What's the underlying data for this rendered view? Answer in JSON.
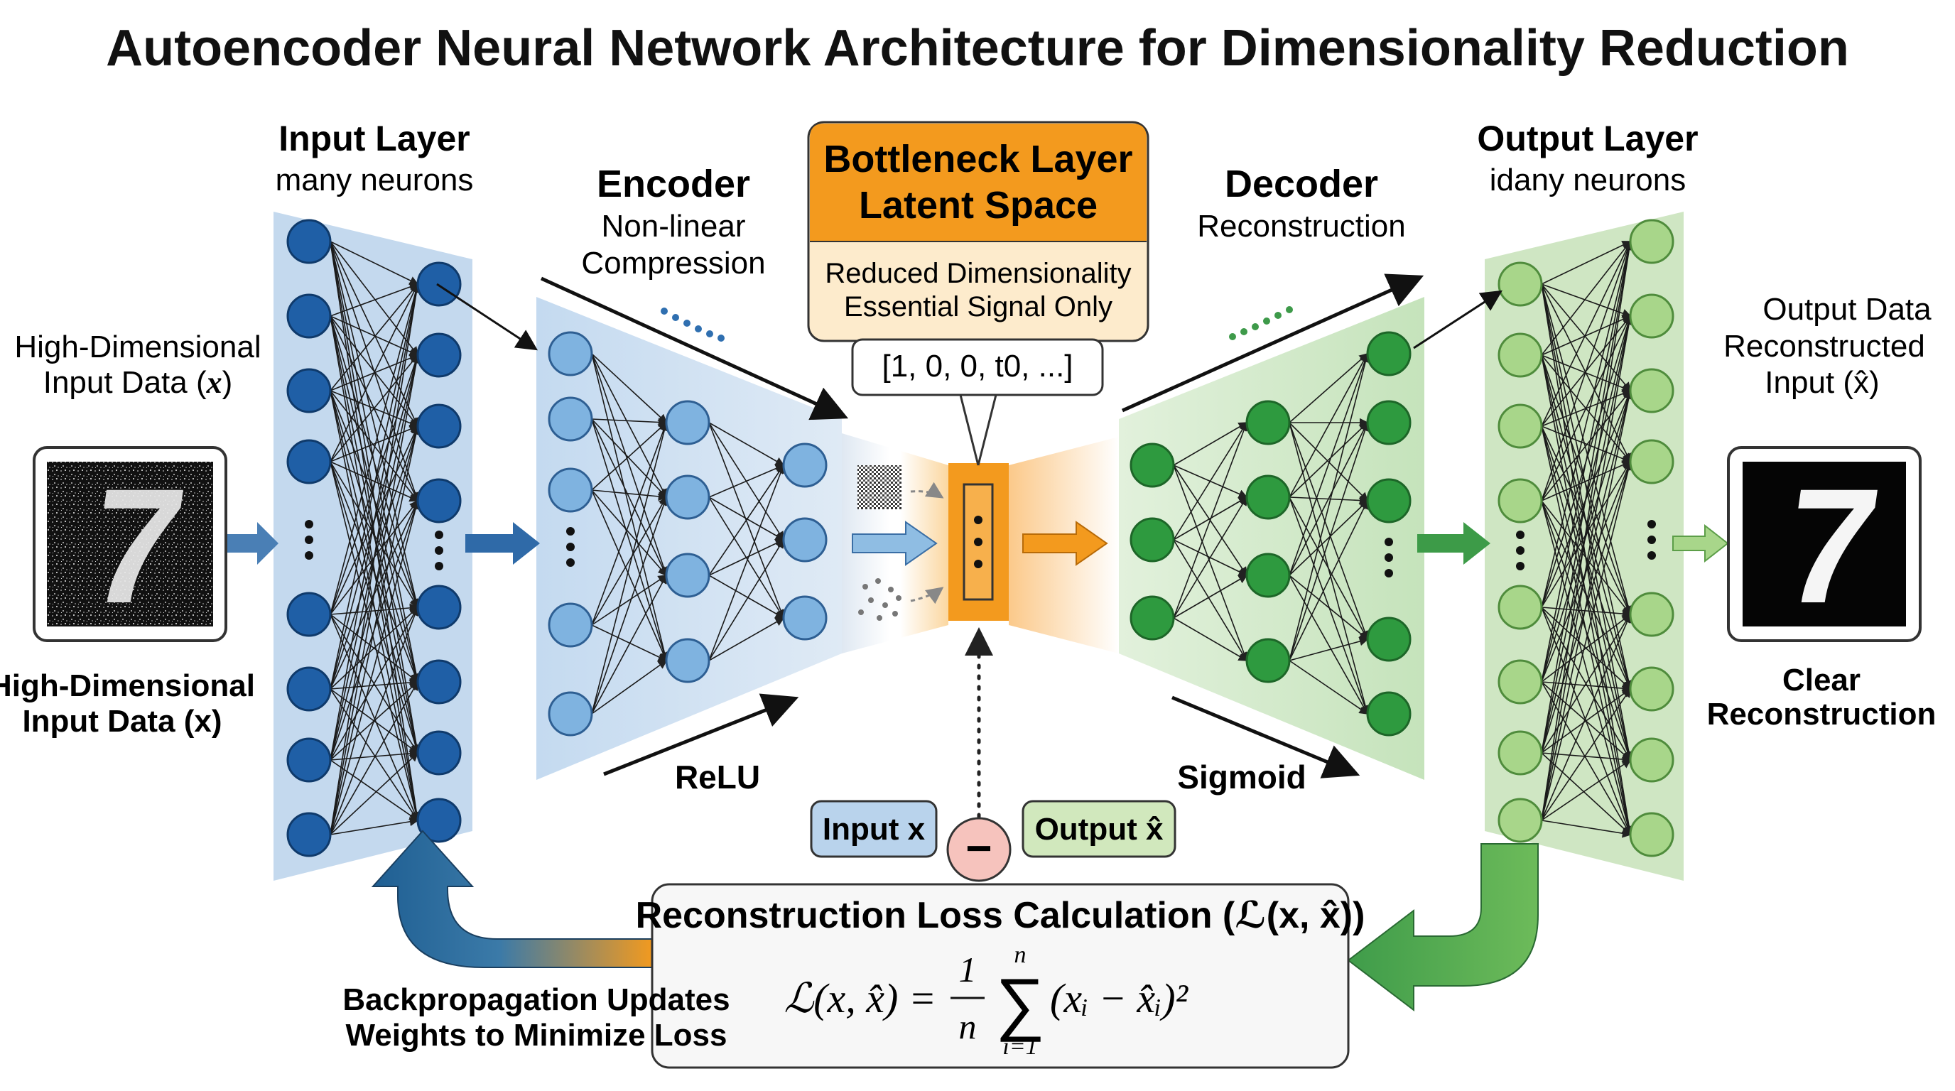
{
  "title": "Autoencoder Neural Network Architecture for Dimensionality Reduction",
  "input_layer": {
    "title": "Input Layer",
    "subtitle": "many neurons"
  },
  "encoder": {
    "title": "Encoder",
    "subtitle_line1": "Non-linear",
    "subtitle_line2": "Compression",
    "activation": "ReLU"
  },
  "bottleneck": {
    "title_line1": "Bottleneck Layer",
    "title_line2": "Latent Space",
    "desc_line1": "Reduced Dimensionality",
    "desc_line2": "Essential Signal Only",
    "vector": "[1, 0, 0, t0, ...]"
  },
  "decoder": {
    "title": "Decoder",
    "subtitle": "Reconstruction",
    "activation": "Sigmoid"
  },
  "output_layer": {
    "title": "Output Layer",
    "subtitle": "idany neurons"
  },
  "input_side": {
    "top_line1": "High-Dimensional",
    "top_line2": "Input Data (",
    "top_var": "x",
    "top_close": ")",
    "bottom_line1": "High-Dimensional",
    "bottom_line2": "Input Data (x)",
    "digit": "7"
  },
  "output_side": {
    "line1": "Output Data",
    "line2": "Reconstructed",
    "line3": "Input (x̂)",
    "bottom_line1": "Clear",
    "bottom_line2": "Reconstruction",
    "digit": "7"
  },
  "loss": {
    "input_chip": "Input x",
    "output_chip": "Output x̂",
    "minus": "−",
    "title": "Reconstruction Loss Calculation (ℒ(x, x̂))",
    "formula_lhs": "ℒ(x, x̂) =",
    "formula_frac_num": "1",
    "formula_frac_den": "n",
    "formula_sum": "∑",
    "formula_sum_top": "n",
    "formula_sum_bottom": "i=1",
    "formula_body": "(xᵢ − x̂ᵢ)²"
  },
  "backprop": {
    "line1": "Backpropagation Updates",
    "line2": "Weights to Minimize Loss"
  },
  "colors": {
    "blue_dark": "#1f5fa6",
    "blue_light": "#7fb3e0",
    "green_dark": "#2e9a3f",
    "green_light": "#a8d68a",
    "orange": "#f39a1e",
    "panel_blue": "#c9dcef",
    "panel_green": "#cfe7c6"
  }
}
